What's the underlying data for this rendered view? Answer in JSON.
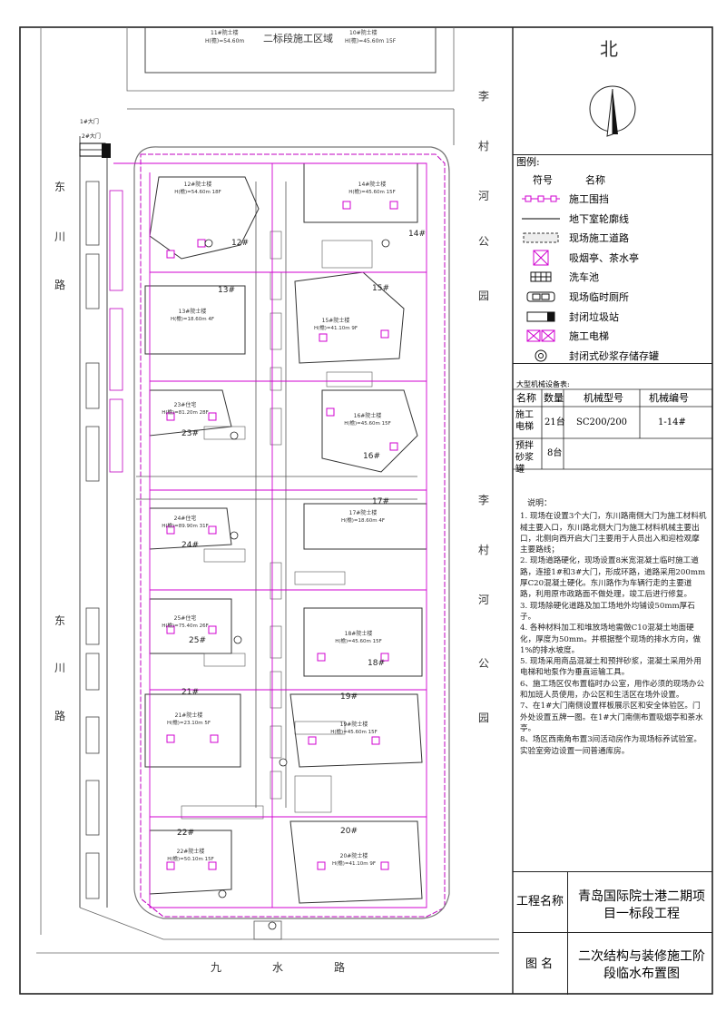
{
  "map": {
    "top_zone": "二标段施工区域",
    "road_left": [
      "东",
      "川",
      "路"
    ],
    "road_left2": [
      "东",
      "川",
      "路"
    ],
    "road_bottom": [
      "九",
      "水",
      "路"
    ],
    "road_right": [
      "李",
      "村",
      "河",
      "公",
      "园"
    ],
    "road_right2": [
      "李",
      "村",
      "河",
      "公",
      "园"
    ],
    "gate1": "1#大门",
    "gate2": "2#大门",
    "top_buildings": [
      {
        "name": "11#院士楼",
        "height": "H(檐)=54.60m"
      },
      {
        "name": "10#院士楼",
        "height": "H(檐)=45.60m 15F"
      }
    ],
    "buildings": [
      {
        "id": "12#",
        "name": "12#院士楼",
        "height": "H(檐)=54.60m 18F"
      },
      {
        "id": "14#",
        "name": "14#院士楼",
        "height": "H(檐)=45.60m 15F"
      },
      {
        "id": "13#",
        "name": "13#院士楼",
        "height": "H(檐)=18.60m 4F"
      },
      {
        "id": "15#",
        "name": "15#院士楼",
        "height": "H(檐)=41.10m 9F"
      },
      {
        "id": "16#",
        "name": "16#院士楼",
        "height": "H(檐)=45.60m 15F"
      },
      {
        "id": "23#",
        "name": "23#住宅",
        "height": "H(檐)=81.20m 28F"
      },
      {
        "id": "17#",
        "name": "17#院士楼",
        "height": "H(檐)=18.60m 4F"
      },
      {
        "id": "24#",
        "name": "24#住宅",
        "height": "H(檐)=89.90m 31F"
      },
      {
        "id": "25#",
        "name": "25#住宅",
        "height": "H(檐)=75.40m 26F"
      },
      {
        "id": "18#",
        "name": "18#院士楼",
        "height": "H(檐)=45.60m 15F"
      },
      {
        "id": "21#",
        "name": "21#院士楼",
        "height": "H(檐)=23.10m 5F"
      },
      {
        "id": "19#",
        "name": "19#院士楼",
        "height": "H(檐)=45.60m 15F"
      },
      {
        "id": "22#",
        "name": "22#院士楼",
        "height": "H(檐)=50.10m 15F"
      },
      {
        "id": "20#",
        "name": "20#院士楼",
        "height": "H(檐)=41.10m 9F"
      }
    ]
  },
  "compass": {
    "label": "北"
  },
  "legend": {
    "title": "图例:",
    "col_symbol": "符号",
    "col_name": "名称",
    "items": [
      {
        "symbol": "fence-icon",
        "label": "施工围挡"
      },
      {
        "symbol": "basement-outline-icon",
        "label": "地下室轮廓线"
      },
      {
        "symbol": "site-road-icon",
        "label": "现场施工道路"
      },
      {
        "symbol": "smoking-pavilion-icon",
        "label": "吸烟亭、茶水亭"
      },
      {
        "symbol": "wash-pool-icon",
        "label": "洗车池"
      },
      {
        "symbol": "temp-toilet-icon",
        "label": "现场临时厕所"
      },
      {
        "symbol": "garbage-station-icon",
        "label": "封闭垃圾站"
      },
      {
        "symbol": "construction-elevator-icon",
        "label": "施工电梯"
      },
      {
        "symbol": "mortar-tank-icon",
        "label": "封闭式砂浆存储存罐"
      }
    ]
  },
  "equipment": {
    "caption": "大型机械设备表:",
    "headers": [
      "名称",
      "数量",
      "机械型号",
      "机械编号"
    ],
    "rows": [
      {
        "name": "施工电梯",
        "qty": "21台",
        "model": "SC200/200",
        "code": "1-14#"
      },
      {
        "name": "预拌砂浆罐",
        "qty": "8台",
        "model": "",
        "code": ""
      }
    ]
  },
  "notes": {
    "title": "说明：",
    "items": [
      "1. 现场在设置3个大门，东川路南侧大门为施工材料机械主要入口，东川路北侧大门为施工材料机械主要出口，北侧向西开启大门主要用于人员出入和迎检观摩主要路线；",
      "2. 现场道路硬化，现场设置8米宽混凝土临时施工道路，连接1#和3#大门，形成环路，道路采用200mm厚C20混凝土硬化。东川路作为车辆行走的主要道路，利用原市政路面不做处理，竣工后进行修复。",
      "3. 现场除硬化道路及加工场地外均铺设50mm厚石子。",
      "4. 各种材料加工和堆放场地需做C10混凝土地面硬化，厚度为50mm。并根据整个现场的排水方向，做1%的排水坡度。",
      "5. 现场采用商品混凝土和预拌砂浆，混凝土采用外用电梯和地泵作为垂直运输工具。",
      "6、施工场区仅布置临时办公室，用作必须的现场办公和加班人员使用，办公区和生活区在场外设置。",
      "7、在1#大门南侧设置样板展示区和安全体验区。门外处设置五牌一图。在1#大门南侧布置吸烟亭和茶水亭。",
      "8、场区西南角布置3间活动房作为现场标养试验室。实验室旁边设置一间普通库房。"
    ]
  },
  "title_block": {
    "project_label": "工程名称",
    "project_name": "青岛国际院士港二期项目一标段工程",
    "drawing_label": "图 名",
    "drawing_name": "二次结构与装修施工阶段临水布置图"
  }
}
